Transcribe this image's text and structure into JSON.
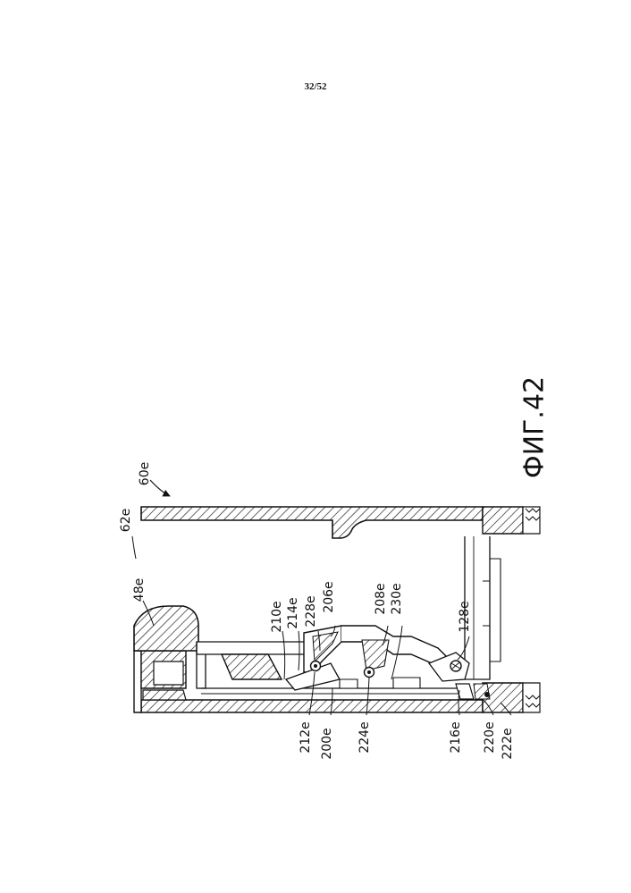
{
  "page_number": "32/52",
  "figure_caption": "ФИГ.42",
  "reference_labels": {
    "r60e": "60e",
    "r62e": "62e",
    "r48e": "48e",
    "r210e": "210e",
    "r214e": "214e",
    "r228e": "228e",
    "r206e": "206e",
    "r208e": "208e",
    "r230e": "230e",
    "r128e": "128e",
    "r212e": "212e",
    "r200e": "200e",
    "r224e": "224e",
    "r216e": "216e",
    "r220e": "220e",
    "r222e": "222e"
  }
}
